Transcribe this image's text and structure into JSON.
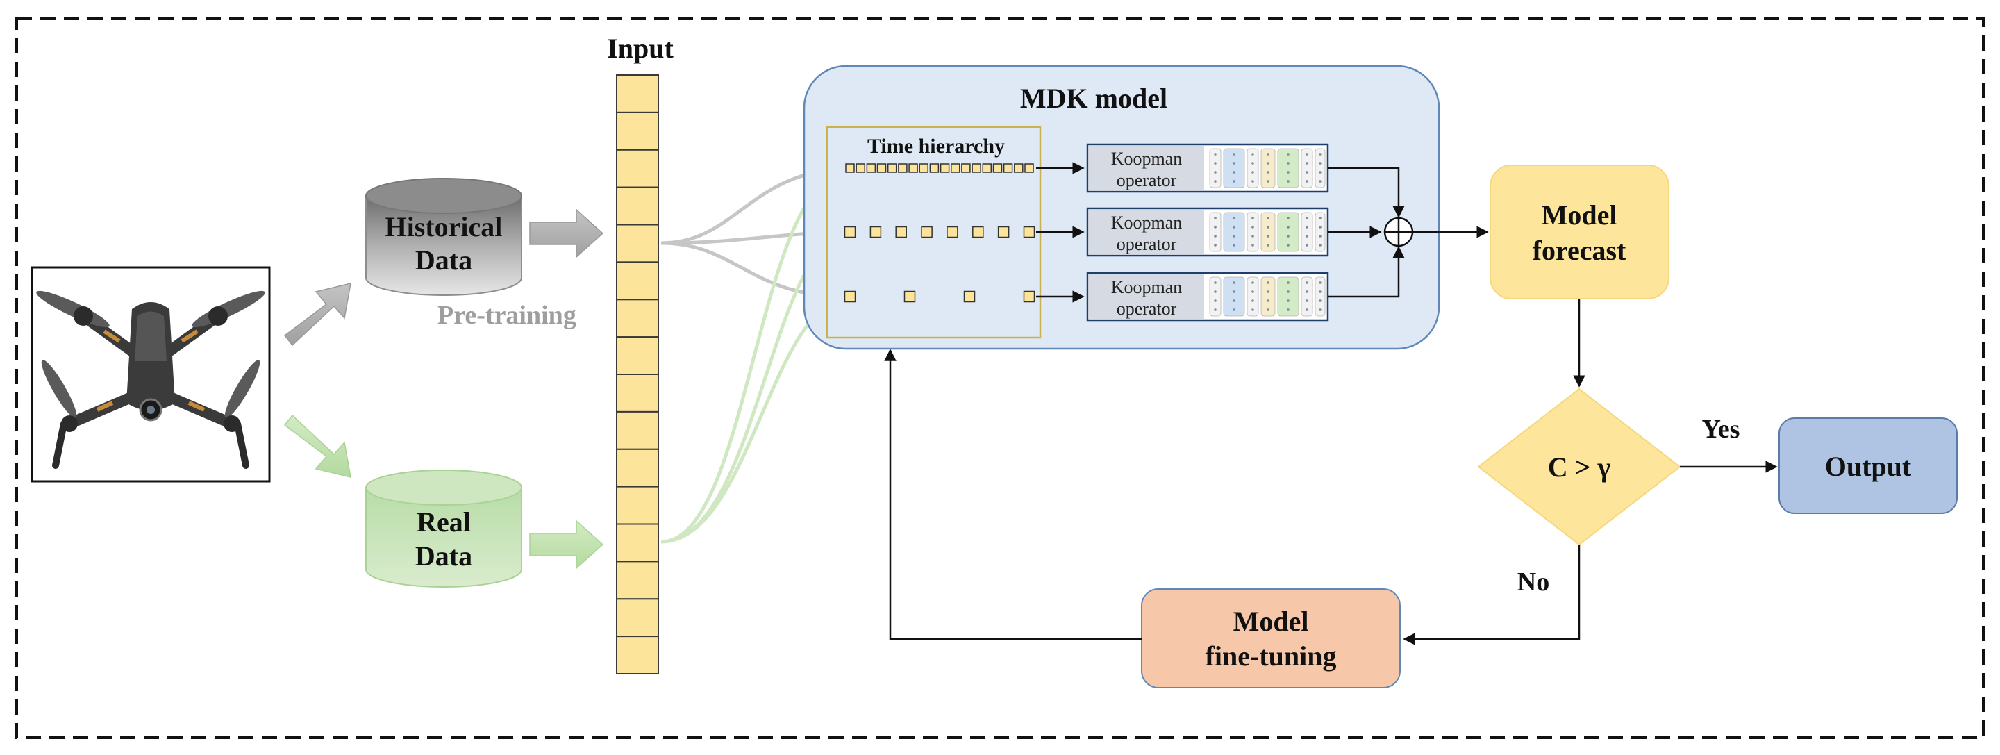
{
  "input": {
    "label": "Input",
    "cells": 16,
    "fill": "#fce49a"
  },
  "historical": {
    "line1": "Historical",
    "line2": "Data",
    "fill": "#a7a7a7"
  },
  "real": {
    "line1": "Real",
    "line2": "Data",
    "fill": "#c6e3b7"
  },
  "pretraining": {
    "label": "Pre-training",
    "color": "#9e9e9e"
  },
  "mdk": {
    "title": "MDK model",
    "fill": "#dfe9f5",
    "time_hierarchy": "Time hierarchy",
    "koopman_line1": "Koopman",
    "koopman_line2": "operator",
    "scales": [
      18,
      8,
      4
    ]
  },
  "forecast": {
    "line1": "Model",
    "line2": "forecast",
    "fill": "#fde59c"
  },
  "decision": {
    "label": "C > γ",
    "fill": "#fde59c"
  },
  "output": {
    "label": "Output",
    "fill": "#afc4e3"
  },
  "finetune": {
    "line1": "Model",
    "line2": "fine-tuning",
    "fill": "#f6c8a9"
  },
  "yes": "Yes",
  "no": "No",
  "drone": {
    "icon": "drone-icon"
  }
}
